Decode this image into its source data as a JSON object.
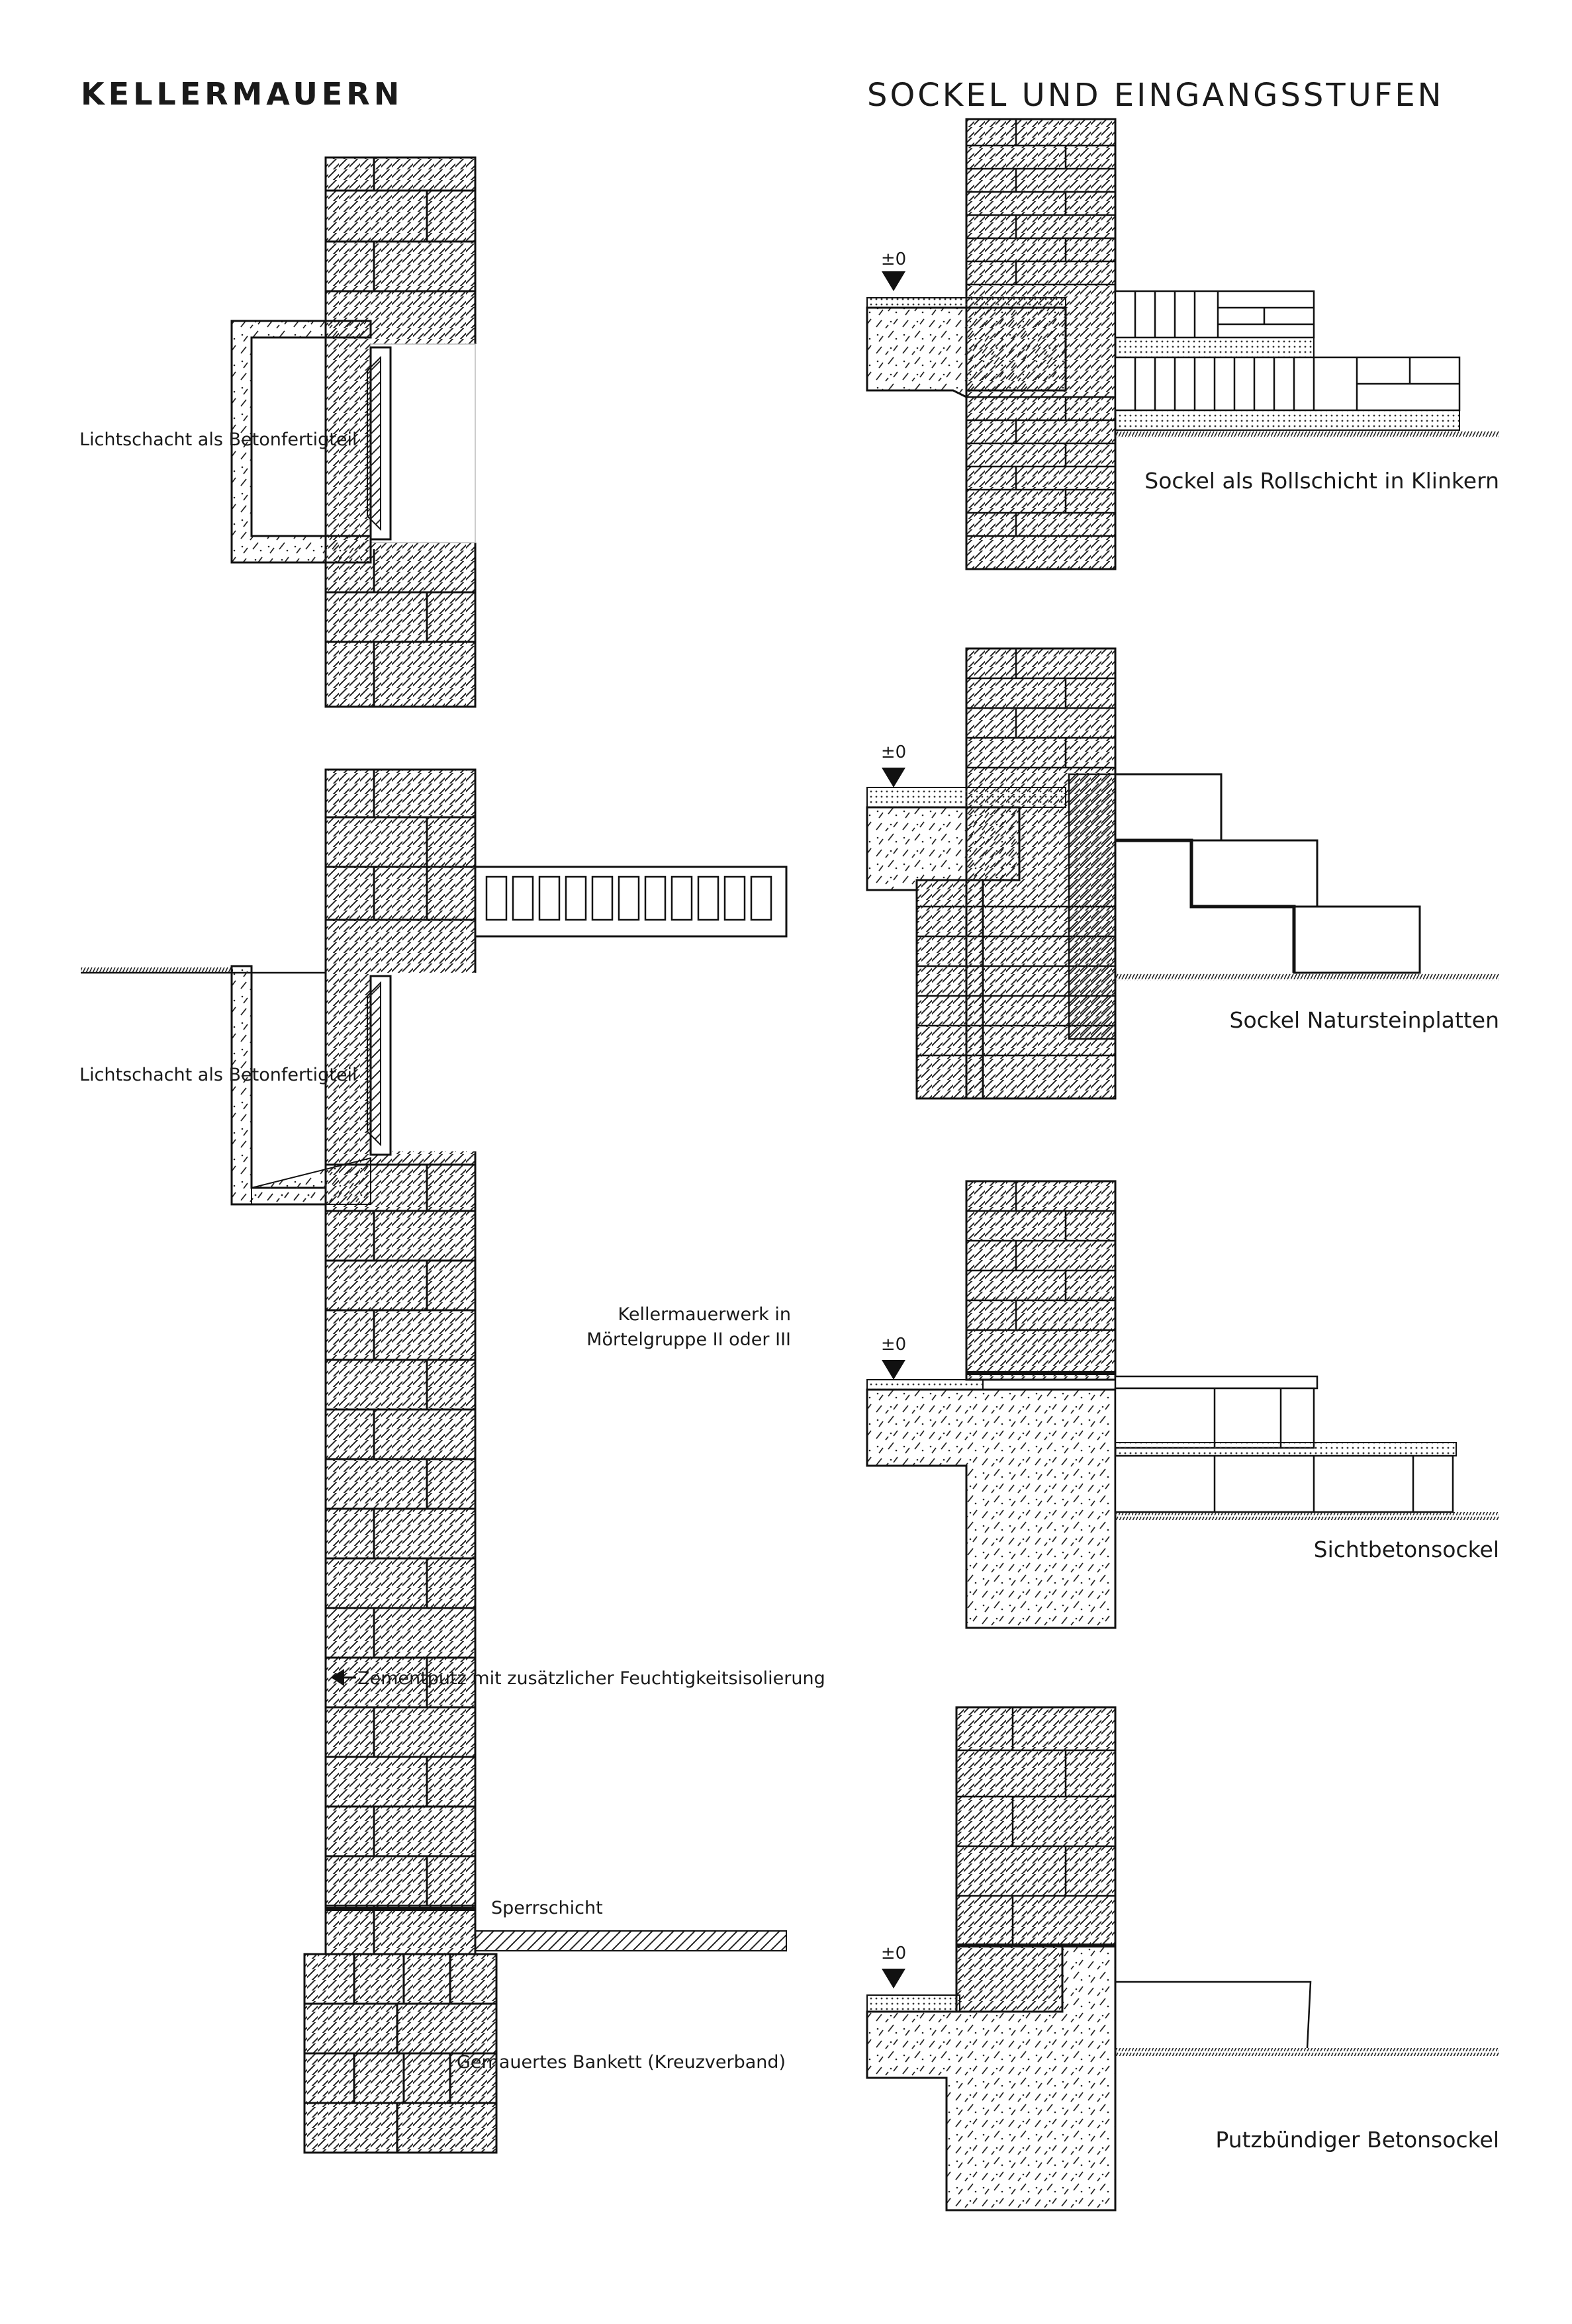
{
  "headings": {
    "left": "KELLERMAUERN",
    "right": "SOCKEL UND EINGANGSSTUFEN"
  },
  "labels": {
    "lichtschacht_1": "Lichtschacht als Betonfertigteil",
    "lichtschacht_2": "Lichtschacht als Betonfertigteil",
    "kellermauerwerk_1": "Kellermauerwerk in",
    "kellermauerwerk_2": "Mörtelgruppe II oder III",
    "zementputz": "Zementputz mit zusätzlicher Feuchtigkeitsisolierung",
    "sperrschicht": "Sperrschicht",
    "bankett": "Gemauertes Bankett (Kreuzverband)",
    "level_1": "±0",
    "level_2": "±0",
    "level_3": "±0",
    "level_4": "±0",
    "sockel_1": "Sockel als Rollschicht in Klinkern",
    "sockel_2": "Sockel Natursteinplatten",
    "sockel_3": "Sichtbetonsockel",
    "sockel_4": "Putzbündiger Betonsockel"
  },
  "colors": {
    "ink": "#1a1a1a",
    "paper": "#ffffff"
  }
}
